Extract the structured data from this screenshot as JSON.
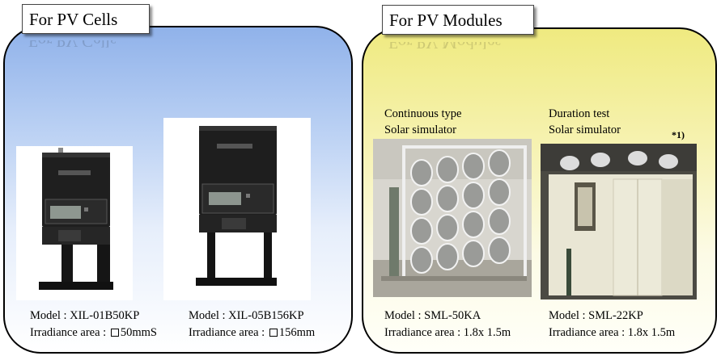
{
  "cells_section": {
    "title": "For PV Cells",
    "products": [
      {
        "model": "Model : XIL-01B50KP",
        "irradiance_label": "Irradiance area : ",
        "irradiance_value": "50mmS"
      },
      {
        "model": "Model : XIL-05B156KP",
        "irradiance_label": "Irradiance area : ",
        "irradiance_value": "156mm"
      }
    ]
  },
  "modules_section": {
    "title": "For PV Modules",
    "products": [
      {
        "type_line1": "Continuous type",
        "type_line2": "Solar simulator",
        "model": "Model : SML-50KA",
        "irradiance": "Irradiance area : 1.8x 1.5m"
      },
      {
        "type_line1": "Duration test",
        "type_line2": "Solar simulator",
        "note": "*1)",
        "model": "Model : SML-22KP",
        "irradiance": "Irradiance area : 1.8x 1.5m"
      }
    ]
  },
  "colors": {
    "cells_panel": "#a5c0ef",
    "modules_panel": "#f1ed94",
    "device_body": "#1c1c1c"
  }
}
